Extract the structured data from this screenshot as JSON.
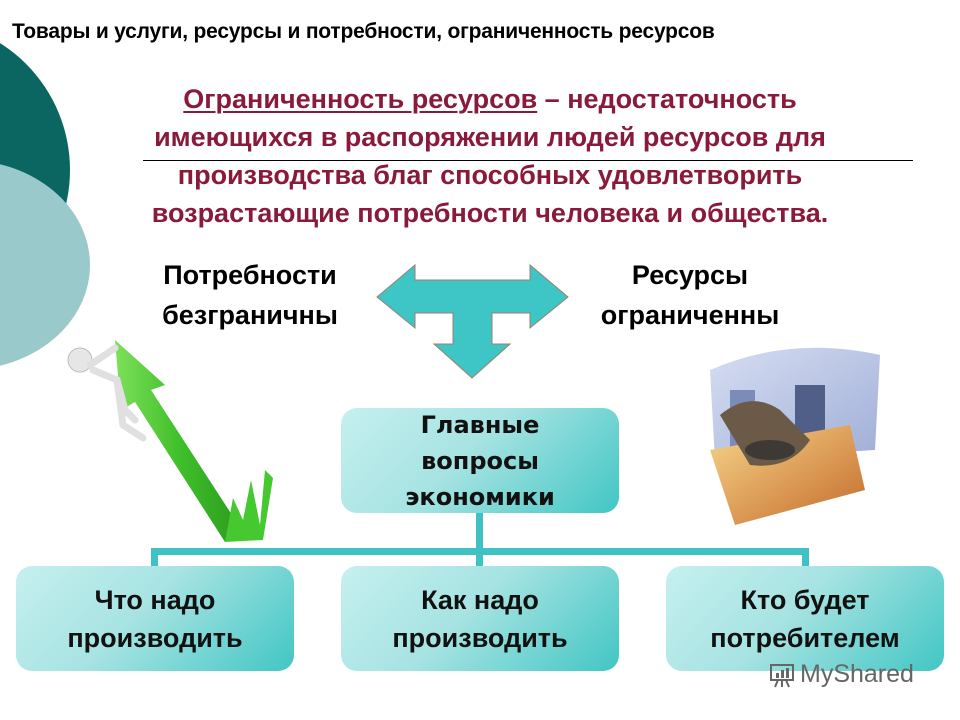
{
  "slide": {
    "title": "Товары и услуги, ресурсы и потребности, ограниченность ресурсов",
    "definition": {
      "term": "Ограниченность ресурсов",
      "line1_rest": " – недостаточность",
      "line2": "имеющихся в распоряжении людей ресурсов для",
      "line3": "производства благ способных удовлетворить",
      "line4": "возрастающие потребности  человека и общества."
    },
    "left_label": {
      "line1": "Потребности",
      "line2": "безграничны"
    },
    "right_label": {
      "line1": "Ресурсы",
      "line2": "ограниченны"
    },
    "arrow_icon": "three-way-arrow-icon",
    "left_image": "climber-green-arrow-illustration",
    "right_image": "hand-coins-finance-illustration",
    "main_box": {
      "line1": "Главные",
      "line2": "вопросы",
      "line3": "экономики"
    },
    "questions": [
      {
        "line1": "Что надо",
        "line2": "производить"
      },
      {
        "line1": "Как надо",
        "line2": "производить"
      },
      {
        "line1": "Кто будет",
        "line2": "потребителем"
      }
    ],
    "watermark": "MyShared"
  },
  "colors": {
    "dark_teal": "#0b6662",
    "light_teal": "#99c9cb",
    "definition_text": "#8a1a3a",
    "arrow_fill": "#3ec6c6",
    "connector": "#3ec2c3",
    "box_gradient_start": "#c6f0f0",
    "box_gradient_end": "#41c6c4",
    "arrow_green": "#3fbf2a"
  }
}
